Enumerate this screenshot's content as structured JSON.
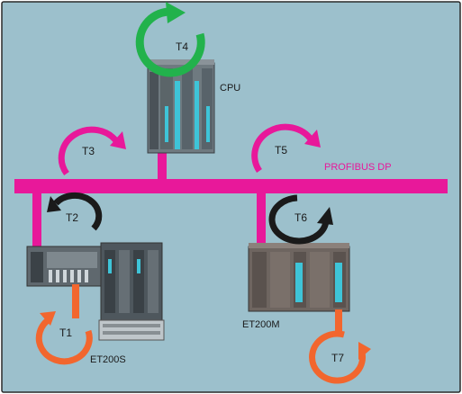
{
  "diagram": {
    "bus_label": "PROFIBUS DP",
    "devices": {
      "cpu": "CPU",
      "et200s": "ET200S",
      "et200m": "ET200M"
    },
    "cycles": [
      {
        "id": "t1",
        "label": "T1",
        "color": "#f2662e"
      },
      {
        "id": "t2",
        "label": "T2",
        "color": "#1a1a1a"
      },
      {
        "id": "t3",
        "label": "T3",
        "color": "#e8189a"
      },
      {
        "id": "t4",
        "label": "T4",
        "color": "#22b24c"
      },
      {
        "id": "t5",
        "label": "T5",
        "color": "#e8189a"
      },
      {
        "id": "t6",
        "label": "T6",
        "color": "#1a1a1a"
      },
      {
        "id": "t7",
        "label": "T7",
        "color": "#f2662e"
      }
    ],
    "colors": {
      "background": "#9cc0cc",
      "bus": "#e8189a",
      "io_line": "#f2662e",
      "frame": "#2a2a2a"
    }
  }
}
